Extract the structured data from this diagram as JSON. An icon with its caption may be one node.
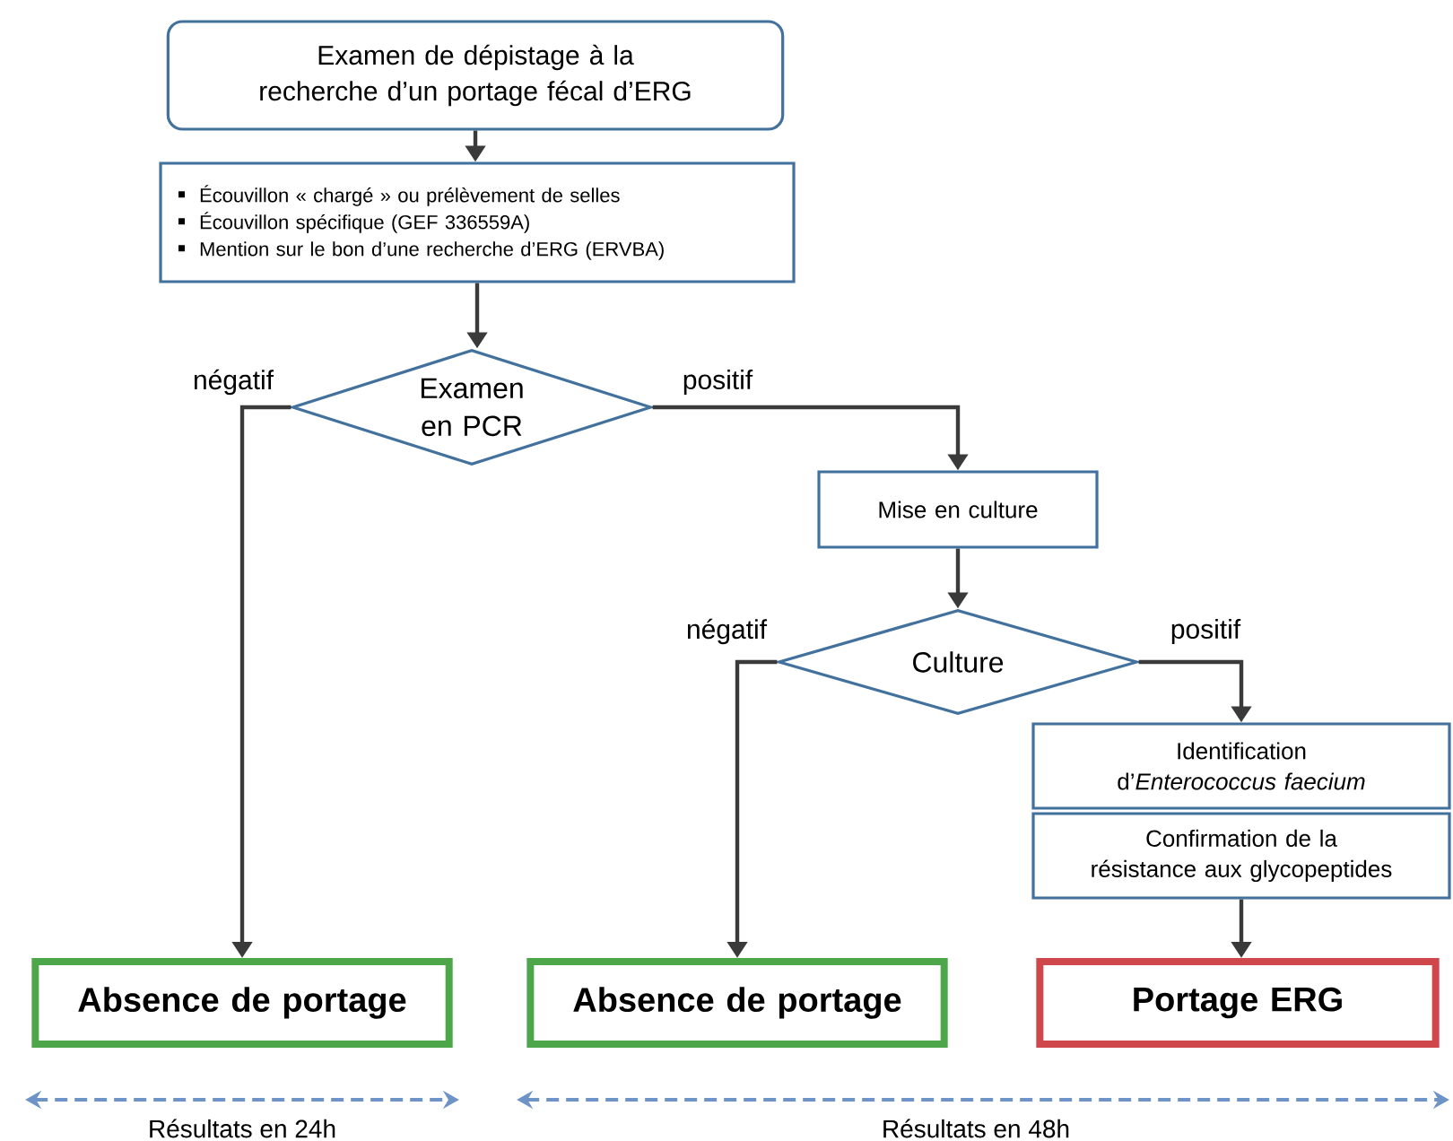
{
  "diagram": {
    "nodes": [
      {
        "text": [
          "Examen de dépistage à la recherche d’un portage fécal d’ERG"
        ]
      },
      {
        "text": [
          "Écouvillon « chargé » ou prélèvement de selles",
          "Écouvillon spécifique (GEF 336559A)",
          "Mention sur le bon d’une recherche d’ERG (ERVBA)"
        ]
      },
      {
        "text": [
          "Examen en PCR"
        ]
      },
      {
        "text": [
          "Mise en culture"
        ]
      },
      {
        "text": [
          "Culture"
        ]
      },
      {
        "text": [
          "Identification d’*Enterococcus faecium*"
        ]
      },
      {
        "text": [
          "Confirmation de la résistance aux glycopeptides"
        ]
      },
      {
        "text": [
          "Absence de portage"
        ]
      },
      {
        "text": [
          "Absence de portage"
        ]
      },
      {
        "text": [
          "Portage ERG"
        ]
      }
    ],
    "edges": [
      {
        "from": 0,
        "to": 1,
        "arrow": "to"
      },
      {
        "from": 1,
        "to": 2,
        "arrow": "to"
      },
      {
        "from": 2,
        "to": 7,
        "arrow": "to",
        "label": "négatif"
      },
      {
        "from": 2,
        "to": 3,
        "arrow": "to",
        "label": "positif"
      },
      {
        "from": 3,
        "to": 4,
        "arrow": "to"
      },
      {
        "from": 4,
        "to": 8,
        "arrow": "to",
        "label": "négatif"
      },
      {
        "from": 4,
        "to": 5,
        "arrow": "to",
        "label": "positif"
      },
      {
        "from": 6,
        "to": 9,
        "arrow": "to"
      }
    ],
    "labels": [
      "Résultats en 24h",
      "Résultats en 48h"
    ]
  }
}
